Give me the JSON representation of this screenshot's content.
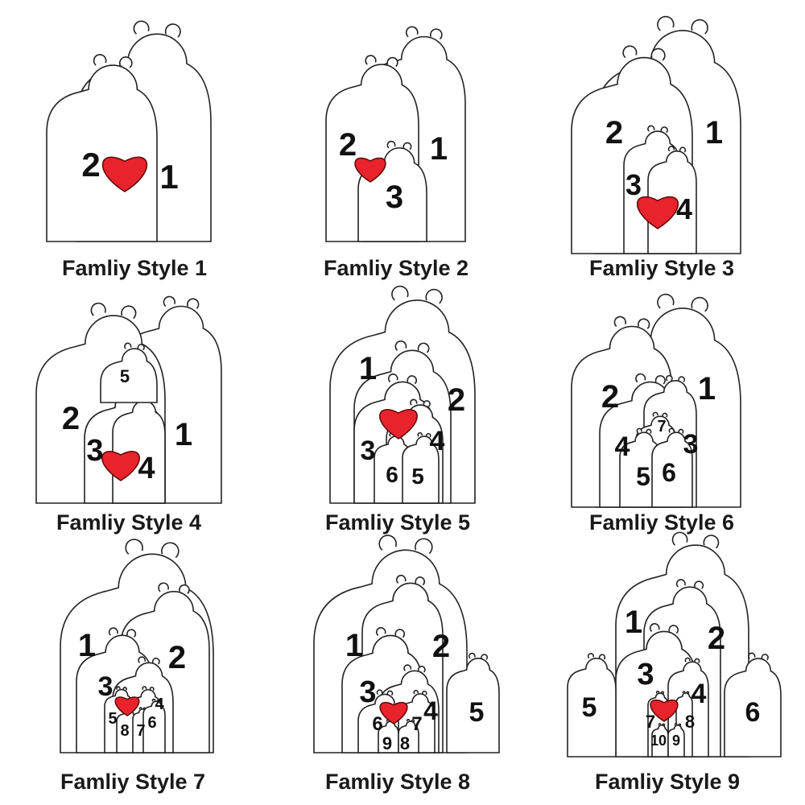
{
  "colors": {
    "heart": "#e8232b",
    "outline": "#222222",
    "text": "#1a1a1a"
  },
  "styles": [
    {
      "caption": "Famliy Style 1",
      "labels": [
        "2",
        "1"
      ]
    },
    {
      "caption": "Famliy Style 2",
      "labels": [
        "2",
        "1",
        "3"
      ]
    },
    {
      "caption": "Famliy Style 3",
      "labels": [
        "2",
        "1",
        "3",
        "4"
      ]
    },
    {
      "caption": "Famliy Style 4",
      "labels": [
        "5",
        "2",
        "1",
        "3",
        "4"
      ]
    },
    {
      "caption": "Famliy Style 5",
      "labels": [
        "1",
        "2",
        "3",
        "4",
        "6",
        "5"
      ]
    },
    {
      "caption": "Famliy Style 6",
      "labels": [
        "2",
        "1",
        "7",
        "4",
        "3",
        "5",
        "6"
      ]
    },
    {
      "caption": "Famliy Style 7",
      "labels": [
        "1",
        "2",
        "3",
        "4",
        "5",
        "8",
        "7",
        "6"
      ]
    },
    {
      "caption": "Famliy Style 8",
      "labels": [
        "1",
        "2",
        "3",
        "4",
        "5",
        "6",
        "7",
        "9",
        "8"
      ]
    },
    {
      "caption": "Famliy Style 9",
      "labels": [
        "1",
        "2",
        "3",
        "4",
        "5",
        "6",
        "7",
        "8",
        "10",
        "9"
      ]
    }
  ]
}
